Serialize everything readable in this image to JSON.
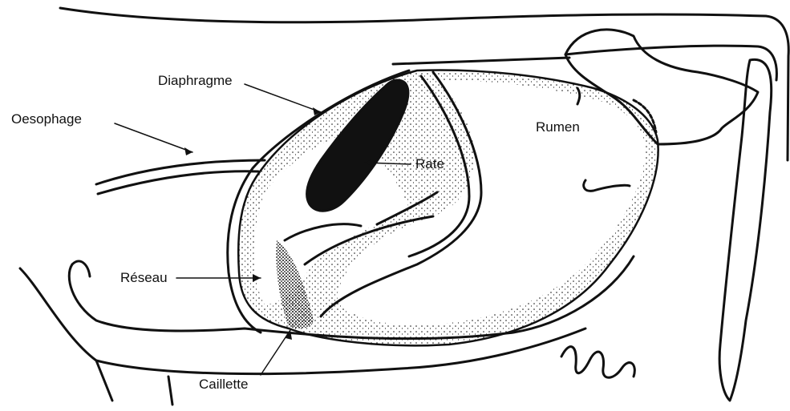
{
  "labels": {
    "diaphragme": "Diaphragme",
    "oesophage": "Oesophage",
    "rate": "Rate",
    "rumen": "Rumen",
    "reseau": "Réseau",
    "caillette": "Caillette"
  },
  "colors": {
    "ink": "#111111",
    "background": "#ffffff"
  }
}
